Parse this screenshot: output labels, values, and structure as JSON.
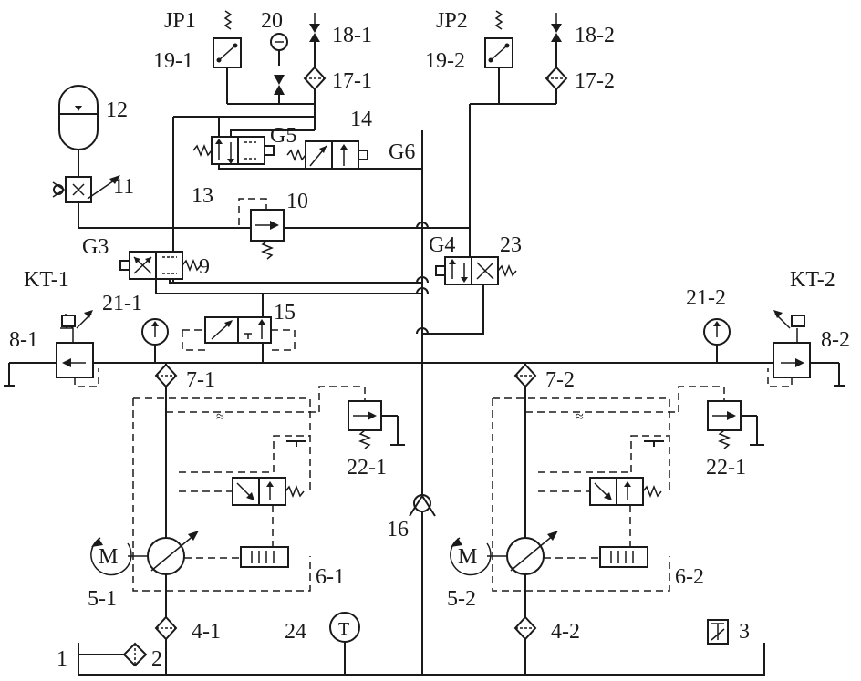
{
  "labels": {
    "jp1": "JP1",
    "jp2": "JP2",
    "l20": "20",
    "l18_1": "18-1",
    "l18_2": "18-2",
    "l19_1": "19-1",
    "l19_2": "19-2",
    "l17_1": "17-1",
    "l17_2": "17-2",
    "l12": "12",
    "l14": "14",
    "g5": "G5",
    "g6": "G6",
    "l11": "11",
    "l13": "13",
    "l10": "10",
    "g3": "G3",
    "l9": "9",
    "g4": "G4",
    "l23": "23",
    "kt1": "KT-1",
    "kt2": "KT-2",
    "l21_1": "21-1",
    "l21_2": "21-2",
    "l15": "15",
    "l8_1": "8-1",
    "l8_2": "8-2",
    "l7_1": "7-1",
    "l7_2": "7-2",
    "l22_1a": "22-1",
    "l22_1b": "22-1",
    "l16": "16",
    "m1": "M",
    "m2": "M",
    "l5_1": "5-1",
    "l5_2": "5-2",
    "l6_1": "6-1",
    "l6_2": "6-2",
    "l4_1": "4-1",
    "l4_2": "4-2",
    "l24": "24",
    "t24": "T",
    "l1": "1",
    "l2": "2",
    "l3": "3"
  },
  "icons": {
    "filter": "filter-icon",
    "pump": "variable-pump-icon",
    "motor": "motor-icon",
    "valve": "directional-valve-icon",
    "gauge": "pressure-gauge-icon",
    "accumulator": "accumulator-icon",
    "check": "check-valve-icon",
    "thermometer": "thermometer-icon",
    "tank": "tank-icon"
  }
}
